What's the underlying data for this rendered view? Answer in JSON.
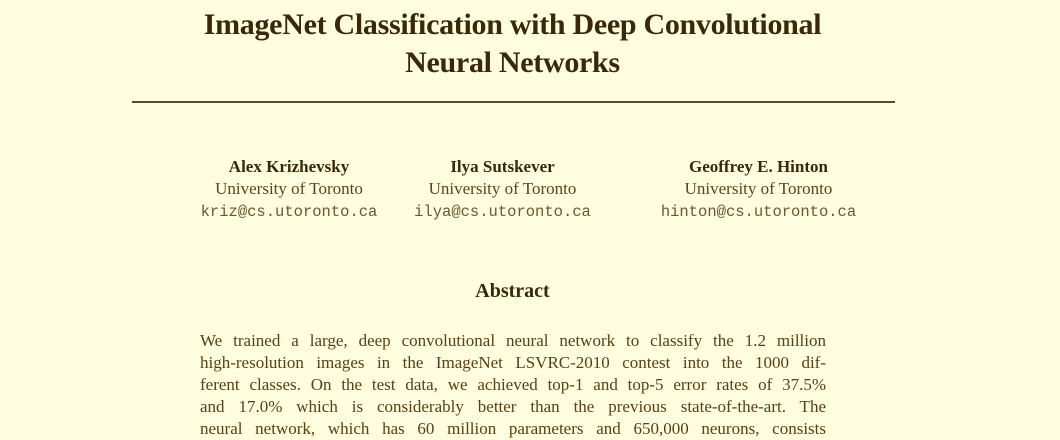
{
  "paper": {
    "title_lines": [
      "ImageNet Classification with Deep Convolutional",
      "Neural Networks"
    ],
    "authors": [
      {
        "name": "Alex Krizhevsky",
        "affiliation": "University of Toronto",
        "email": "kriz@cs.utoronto.ca"
      },
      {
        "name": "Ilya Sutskever",
        "affiliation": "University of Toronto",
        "email": "ilya@cs.utoronto.ca"
      },
      {
        "name": "Geoffrey E. Hinton",
        "affiliation": "University of Toronto",
        "email": "hinton@cs.utoronto.ca"
      }
    ],
    "abstract": {
      "heading": "Abstract",
      "lines": [
        "We trained a large, deep convolutional neural network to classify the 1.2 million",
        "high-resolution images in the ImageNet LSVRC-2010 contest into the 1000 dif-",
        "ferent classes. On the test data, we achieved top-1 and top-5 error rates of 37.5%",
        "and 17.0% which is considerably better than the previous state-of-the-art.  The",
        "neural network, which has 60 million parameters and 650,000 neurons, consists"
      ]
    }
  },
  "colors": {
    "background": "#FFFDE0",
    "title_text": "#3A2808",
    "body_text": "#5A4010",
    "rule": "#5A4A2A"
  }
}
